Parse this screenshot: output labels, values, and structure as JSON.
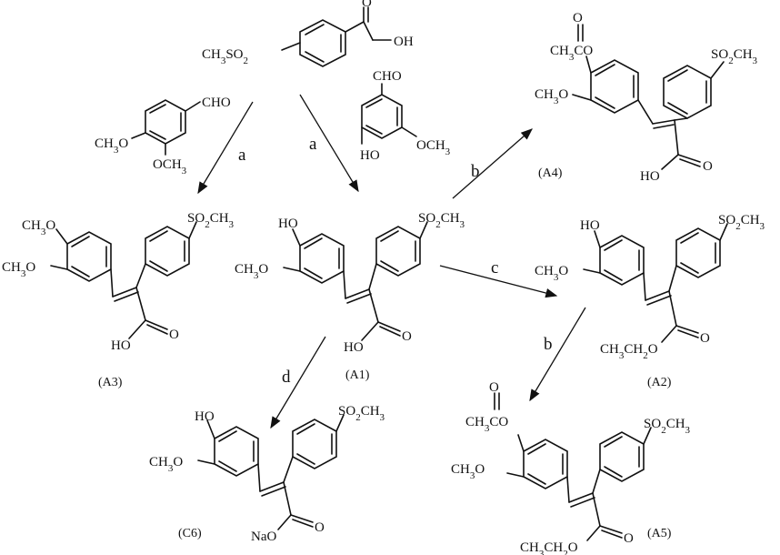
{
  "reagents": {
    "ch3so2": "CH3SO2",
    "acid_oh": "OH",
    "cho": "CHO",
    "ch3o": "CH3O",
    "och3": "OCH3",
    "ho": "HO"
  },
  "groups": {
    "so2ch3": "SO2CH3",
    "ch3o": "CH3O",
    "ho": "HO",
    "acco": "CH3CO",
    "o": "O",
    "ethyl": "CH3CH2O",
    "na": "NaO"
  },
  "conditions": {
    "a1": "a",
    "a2": "a",
    "b1": "b",
    "b2": "b",
    "c": "c",
    "d": "d"
  },
  "compounds": {
    "A1": "(A1)",
    "A2": "(A2)",
    "A3": "(A3)",
    "A4": "(A4)",
    "A5": "(A5)",
    "C6": "(C6)"
  }
}
